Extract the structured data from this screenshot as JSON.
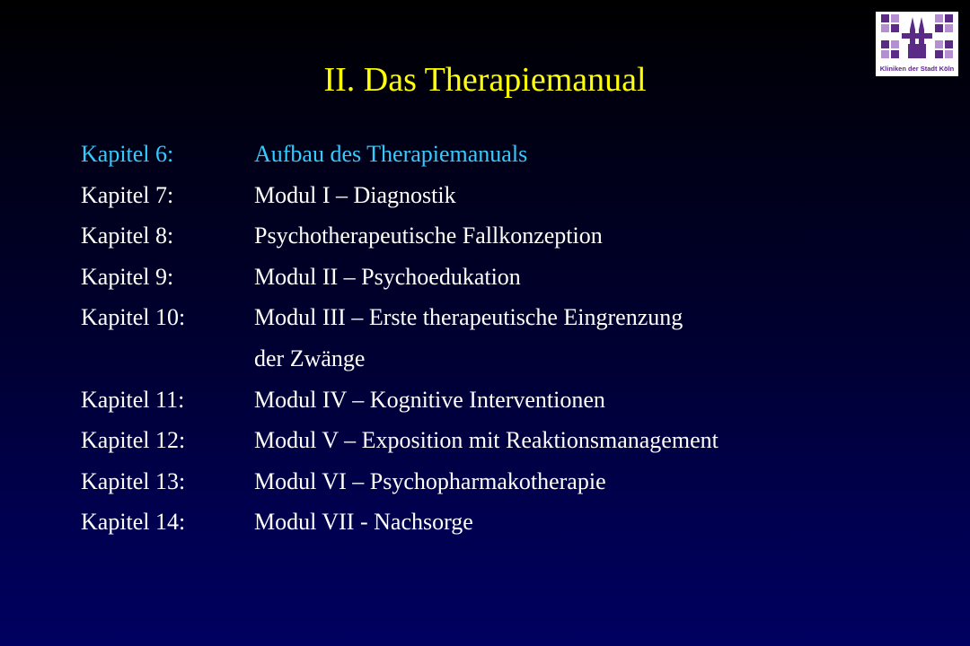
{
  "slide": {
    "title": "II. Das Therapiemanual",
    "title_color": "#ffff00",
    "text_color": "#ffffff",
    "highlight_color": "#33ccff",
    "chapters": [
      {
        "label": "Kapitel 6:",
        "title": "Aufbau des Therapiemanuals",
        "highlighted": true
      },
      {
        "label": "Kapitel 7:",
        "title": "Modul I – Diagnostik",
        "highlighted": false
      },
      {
        "label": "Kapitel 8:",
        "title": "Psychotherapeutische Fallkonzeption",
        "highlighted": false
      },
      {
        "label": "Kapitel 9:",
        "title": "Modul II – Psychoedukation",
        "highlighted": false
      },
      {
        "label": "Kapitel 10:",
        "title": "Modul III – Erste therapeutische Eingrenzung",
        "highlighted": false
      },
      {
        "label": "",
        "title": "der Zwänge",
        "highlighted": false
      },
      {
        "label": "Kapitel 11:",
        "title": "Modul IV – Kognitive Interventionen",
        "highlighted": false
      },
      {
        "label": "Kapitel 12:",
        "title": "Modul V – Exposition mit Reaktionsmanagement",
        "highlighted": false
      },
      {
        "label": "Kapitel 13:",
        "title": "Modul VI – Psychopharmakotherapie",
        "highlighted": false
      },
      {
        "label": "Kapitel 14:",
        "title": "Modul VII - Nachsorge",
        "highlighted": false
      }
    ]
  },
  "logo": {
    "text": "Kliniken der Stadt Köln",
    "icon": "cross-cathedral-logo-icon",
    "color": "#5a2a86",
    "light_color": "#b58fd1"
  }
}
